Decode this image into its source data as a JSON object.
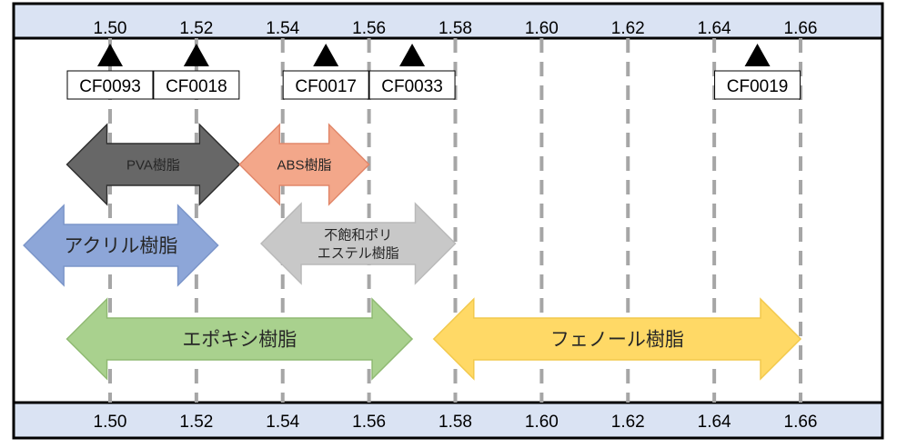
{
  "scale": {
    "min": 1.5,
    "max": 1.66,
    "ticks": [
      "1.50",
      "1.52",
      "1.54",
      "1.56",
      "1.58",
      "1.60",
      "1.62",
      "1.64",
      "1.66"
    ],
    "grid": "dashed"
  },
  "materials": [
    {
      "code": "CF0093",
      "value": 1.5
    },
    {
      "code": "CF0018",
      "value": 1.52
    },
    {
      "code": "CF0017",
      "value": 1.55
    },
    {
      "code": "CF0033",
      "value": 1.57
    },
    {
      "code": "CF0019",
      "value": 1.65
    }
  ],
  "resins": [
    {
      "id": "pva",
      "lines": [
        "PVA樹脂"
      ],
      "from": 1.49,
      "to": 1.53,
      "fill": "#676767",
      "stroke": "#2f2f2f",
      "text_color": "#262626"
    },
    {
      "id": "abs",
      "lines": [
        "ABS樹脂"
      ],
      "from": 1.53,
      "to": 1.56,
      "fill": "#f3a78a",
      "stroke": "#e1876a",
      "text_color": "#262626"
    },
    {
      "id": "acrylic",
      "lines": [
        "アクリル樹脂"
      ],
      "from": 1.48,
      "to": 1.525,
      "fill": "#8da6d8",
      "stroke": "#7b95c9",
      "text_color": "#262626"
    },
    {
      "id": "polyester",
      "lines": [
        "不飽和ポリ",
        "エステル樹脂"
      ],
      "from": 1.535,
      "to": 1.58,
      "fill": "#c8c8c8",
      "stroke": "#b9b9b9",
      "text_color": "#262626"
    },
    {
      "id": "epoxy",
      "lines": [
        "エポキシ樹脂"
      ],
      "from": 1.49,
      "to": 1.57,
      "fill": "#a9d18e",
      "stroke": "#8fba72",
      "text_color": "#262626"
    },
    {
      "id": "phenol",
      "lines": [
        "フェノール樹脂"
      ],
      "from": 1.575,
      "to": 1.66,
      "fill": "#ffd966",
      "stroke": "#f2c94c",
      "text_color": "#262626"
    }
  ],
  "colors": {
    "band": "#dae3f3",
    "frame": "#000000",
    "grid": "#a6a6a6",
    "marker": "#000000"
  }
}
